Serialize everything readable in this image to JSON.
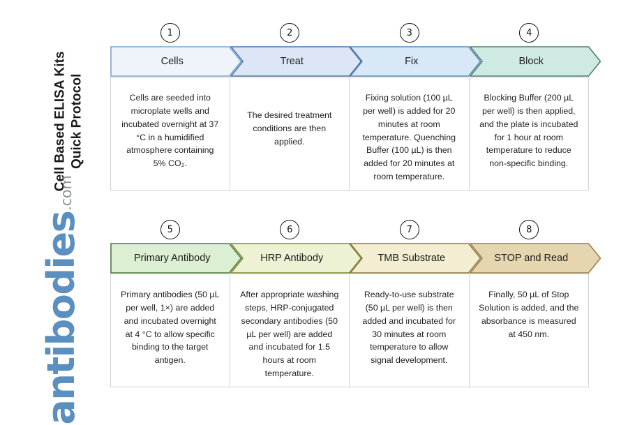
{
  "title": {
    "line1": "Cell Based ELISA Kits",
    "line2": "Quick Protocol"
  },
  "brand": {
    "name": "antibodies",
    "tld": ".com",
    "name_color": "#5b8fc0",
    "tld_color": "#8e9396"
  },
  "rows": [
    {
      "steps": [
        {
          "number": "1",
          "label": "Cells",
          "fill": "#eff4fb",
          "stroke": "#7ba3cc",
          "text": "Cells are seeded into microplate wells and incubated overnight at 37 °C in a humidified atmosphere containing 5% CO₂.",
          "align": "top"
        },
        {
          "number": "2",
          "label": "Treat",
          "fill": "#dce6f7",
          "stroke": "#4a72a8",
          "text": "The desired treatment conditions are then applied.",
          "align": "middle"
        },
        {
          "number": "3",
          "label": "Fix",
          "fill": "#d9e8f7",
          "stroke": "#5b87b0",
          "text": "Fixing solution (100 µL per well) is added for 20 minutes at room temperature. Quenching Buffer (100 µL) is then added for 20 minutes at room temperature.",
          "align": "top"
        },
        {
          "number": "4",
          "label": "Block",
          "fill": "#cfeae2",
          "stroke": "#4e7d72",
          "text": "Blocking Buffer (200 µL per well) is then applied, and the plate is incubated for 1 hour at room temperature to reduce non-specific binding.",
          "align": "top"
        }
      ]
    },
    {
      "steps": [
        {
          "number": "5",
          "label": "Primary Antibody",
          "fill": "#dcefd2",
          "stroke": "#4e7a3c",
          "text": "Primary antibodies (50 µL per well, 1×) are added and incubated overnight at 4 °C to allow specific binding to the target antigen.",
          "align": "top"
        },
        {
          "number": "6",
          "label": "HRP Antibody",
          "fill": "#eef2d4",
          "stroke": "#7d8a32",
          "text": "After appropriate washing steps, HRP-conjugated secondary antibodies (50 µL per well) are added and incubated for 1.5 hours at room temperature.",
          "align": "top"
        },
        {
          "number": "7",
          "label": "TMB Substrate",
          "fill": "#f3eed2",
          "stroke": "#8d7a3c",
          "text": "Ready-to-use substrate (50 µL per well) is then added and incubated for 30 minutes at room temperature to allow signal development.",
          "align": "top"
        },
        {
          "number": "8",
          "label": "STOP and Read",
          "fill": "#e6d6b0",
          "stroke": "#9b7f46",
          "text": "Finally, 50 µL of Stop Solution is added, and the absorbance is measured at 450 nm.",
          "align": "top"
        }
      ]
    }
  ]
}
